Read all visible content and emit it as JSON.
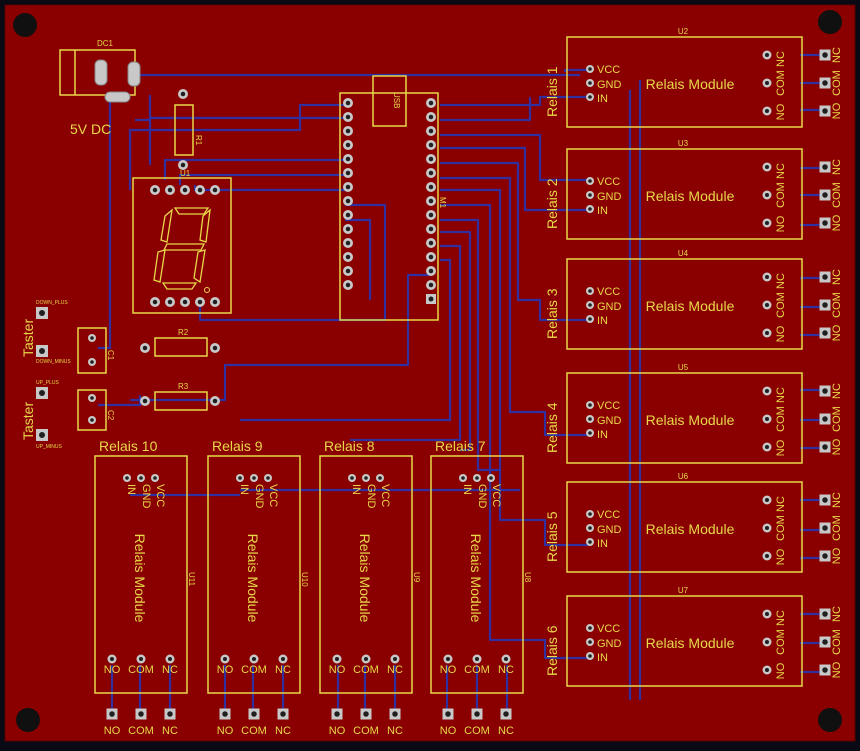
{
  "board": {
    "colors": {
      "substrate": "#7a0000",
      "copper_top": "#8a0000",
      "trace": "#3030a0",
      "silk": "#e8d84a",
      "pad": "#c8c8c8",
      "hole": "#202020",
      "mount": "#101010"
    }
  },
  "dc_jack": {
    "ref": "DC1",
    "label": "5V DC"
  },
  "mcu": {
    "ref": "M1",
    "usb_label": "USB"
  },
  "display": {
    "ref": "U1"
  },
  "resistors": [
    {
      "ref": "R1"
    },
    {
      "ref": "R2"
    },
    {
      "ref": "R3"
    }
  ],
  "buttons": [
    {
      "ref": "C1",
      "caption": "Taster",
      "plus_label": "DOWN_PLUS",
      "minus_label": "DOWN_MINUS"
    },
    {
      "ref": "C2",
      "caption": "Taster",
      "plus_label": "UP_PLUS",
      "minus_label": "UP_MINUS"
    }
  ],
  "right_modules": [
    {
      "ref": "U2",
      "side_label": "Relais 1",
      "title": "Relais Module",
      "vcc": "VCC",
      "gnd": "GND",
      "in": "IN",
      "no": "NO",
      "com": "COM",
      "nc": "NC"
    },
    {
      "ref": "U3",
      "side_label": "Relais 2",
      "title": "Relais Module",
      "vcc": "VCC",
      "gnd": "GND",
      "in": "IN",
      "no": "NO",
      "com": "COM",
      "nc": "NC"
    },
    {
      "ref": "U4",
      "side_label": "Relais 3",
      "title": "Relais Module",
      "vcc": "VCC",
      "gnd": "GND",
      "in": "IN",
      "no": "NO",
      "com": "COM",
      "nc": "NC"
    },
    {
      "ref": "U5",
      "side_label": "Relais 4",
      "title": "Relais Module",
      "vcc": "VCC",
      "gnd": "GND",
      "in": "IN",
      "no": "NO",
      "com": "COM",
      "nc": "NC"
    },
    {
      "ref": "U6",
      "side_label": "Relais 5",
      "title": "Relais Module",
      "vcc": "VCC",
      "gnd": "GND",
      "in": "IN",
      "no": "NO",
      "com": "COM",
      "nc": "NC"
    },
    {
      "ref": "U7",
      "side_label": "Relais 6",
      "title": "Relais Module",
      "vcc": "VCC",
      "gnd": "GND",
      "in": "IN",
      "no": "NO",
      "com": "COM",
      "nc": "NC"
    }
  ],
  "bottom_modules": [
    {
      "ref": "U11",
      "top_label": "Relais 10",
      "title": "Relais Module",
      "vcc": "VCC",
      "gnd": "GND",
      "in": "IN",
      "no": "NO",
      "com": "COM",
      "nc": "NC"
    },
    {
      "ref": "U10",
      "top_label": "Relais 9",
      "title": "Relais Module",
      "vcc": "VCC",
      "gnd": "GND",
      "in": "IN",
      "no": "NO",
      "com": "COM",
      "nc": "NC"
    },
    {
      "ref": "U9",
      "top_label": "Relais 8",
      "title": "Relais Module",
      "vcc": "VCC",
      "gnd": "GND",
      "in": "IN",
      "no": "NO",
      "com": "COM",
      "nc": "NC"
    },
    {
      "ref": "U8",
      "top_label": "Relais 7",
      "title": "Relais Module",
      "vcc": "VCC",
      "gnd": "GND",
      "in": "IN",
      "no": "NO",
      "com": "COM",
      "nc": "NC"
    }
  ]
}
